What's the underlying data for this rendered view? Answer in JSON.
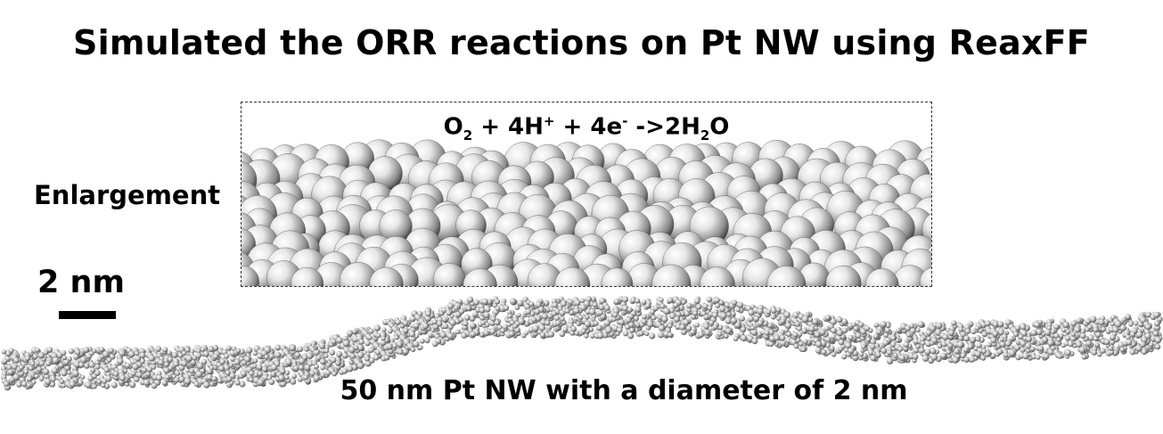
{
  "figure": {
    "title": "Simulated the ORR reactions on Pt NW using ReaxFF",
    "enlargement_label": "Enlargement",
    "equation": {
      "o_text": "O",
      "sub1": "2",
      "mid1": " + 4H",
      "sup1": "+",
      "mid2": " + 4e",
      "sup2": "-",
      "mid3": " ->2H",
      "sub2": "2",
      "end": "O"
    },
    "scale_bar_label": "2 nm",
    "nanowire_caption": "50 nm Pt NW with a diameter of 2 nm"
  },
  "colors": {
    "sphere_light": "#ffffff",
    "sphere_mid": "#b0b0b0",
    "sphere_dark": "#3a3a3a",
    "border": "#333333"
  }
}
